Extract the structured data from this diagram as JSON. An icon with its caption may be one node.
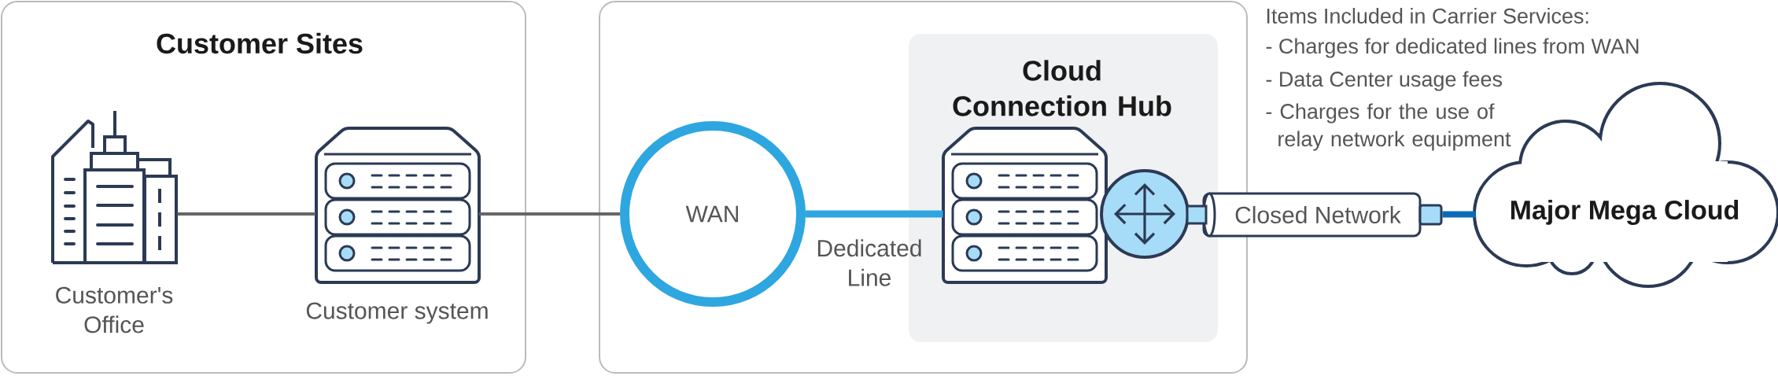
{
  "diagram": {
    "nodes": [
      {
        "text": [
          "Customer Sites"
        ]
      },
      {
        "text": [
          "Customer's Office"
        ],
        "in": 0
      },
      {
        "text": [
          "Customer system"
        ],
        "in": 0
      },
      {
        "text": [],
        "shape": "box"
      },
      {
        "text": [
          "WAN"
        ],
        "in": 3
      },
      {
        "text": [
          "Cloud Connection Hub"
        ],
        "in": 3
      },
      {
        "text": [],
        "shape": "picture",
        "in": 5
      },
      {
        "text": [],
        "shape": "circle",
        "in": 5
      },
      {
        "text": [
          "Closed Network"
        ]
      },
      {
        "text": [
          "Major Mega Cloud"
        ]
      }
    ],
    "edges": [
      {
        "from": 1,
        "to": 2,
        "arrow": "none"
      },
      {
        "from": 2,
        "to": 4,
        "arrow": "none"
      },
      {
        "from": 4,
        "to": 6,
        "arrow": "none",
        "label": "Dedicated Line",
        "style": "thick",
        "color": "#2ea6e0"
      },
      {
        "from": 8,
        "to": 9,
        "arrow": "none",
        "style": "thick",
        "color": "#0a6cb8"
      }
    ],
    "labels": [
      "Items Included in Carrier Services:",
      "- Charges for dedicated lines from WAN",
      "- Data Center usage fees",
      "- Charges for the use of relay network equipment"
    ]
  }
}
